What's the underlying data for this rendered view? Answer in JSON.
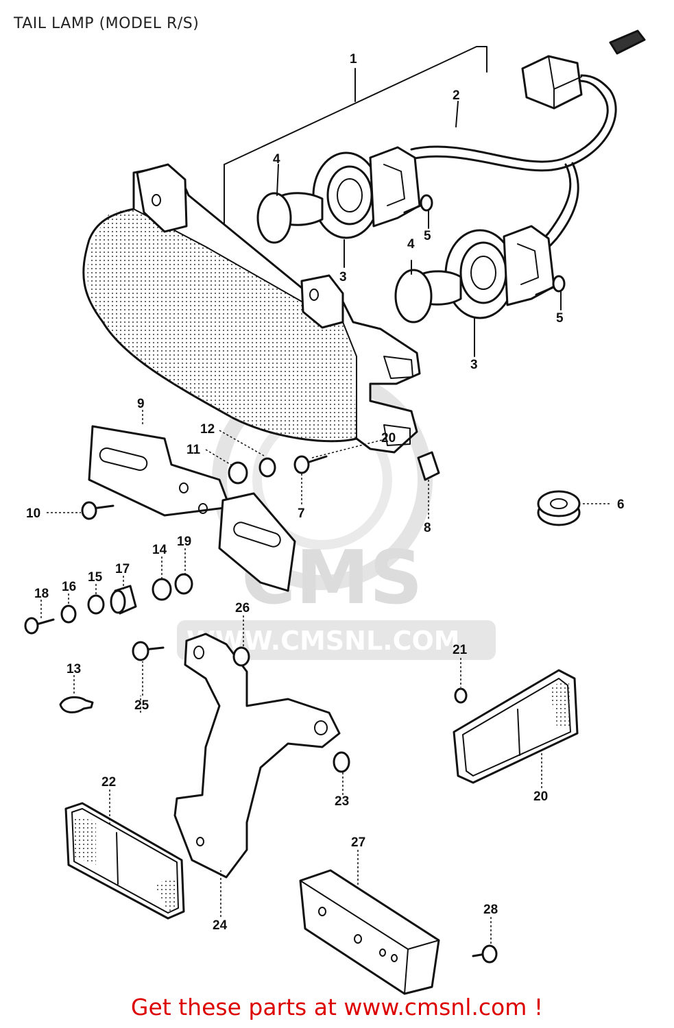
{
  "title": "TAIL LAMP (MODEL R/S)",
  "watermark": {
    "logo": "CMS",
    "url": "WWW.CMSNL.COM"
  },
  "footer": "Get these parts at www.cmsnl.com !",
  "callouts": [
    "1",
    "2",
    "3",
    "3",
    "4",
    "4",
    "5",
    "5",
    "6",
    "7",
    "8",
    "9",
    "10",
    "11",
    "12",
    "13",
    "14",
    "15",
    "16",
    "17",
    "18",
    "19",
    "20",
    "20",
    "21",
    "22",
    "23",
    "24",
    "25",
    "26",
    "27",
    "28"
  ]
}
